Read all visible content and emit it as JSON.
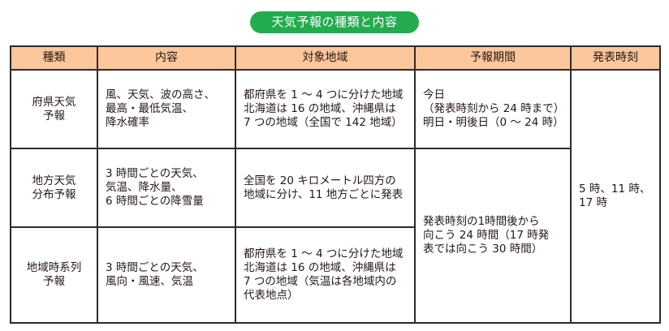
{
  "title": "天気予報の種類と内容",
  "colors": {
    "title_bg": "#22ac4f",
    "header_bg": "#fdc79b",
    "border": "#2d2a2a"
  },
  "table": {
    "headers": [
      "種類",
      "内容",
      "対象地域",
      "予報期間",
      "発表時刻"
    ],
    "rows": [
      {
        "type": [
          "府県天気",
          "予報"
        ],
        "content": [
          "風、天気、波の高さ、",
          "最高・最低気温、",
          "降水確率"
        ],
        "area": [
          "都府県を 1 ～ 4 つに分けた地域",
          "北海道は 16 の地域、沖縄県は",
          "7 つの地域（全国で 142 地域）"
        ],
        "period": [
          "今日",
          "（発表時刻から 24 時まで）",
          "明日・明後日（0 ～ 24 時）"
        ]
      },
      {
        "type": [
          "地方天気",
          "分布予報"
        ],
        "content": [
          "3 時間ごとの天気、",
          "気温、降水量、",
          "6 時間ごとの降雪量"
        ],
        "area": [
          "全国を 20 キロメートル四方の",
          "地域に分け、11 地方ごとに発表"
        ]
      },
      {
        "type": [
          "地域時系列",
          "予報"
        ],
        "content": [
          "3 時間ごとの天気、",
          "風向・風速、気温"
        ],
        "area": [
          "都府県を 1 ～ 4 つに分けた地域",
          "北海道は 16 の地域、沖縄県は",
          "7 つの地域（気温は各地域内の",
          "代表地点）"
        ]
      }
    ],
    "merged_period_rows_2_3": [
      "発表時刻の1時間後から",
      "向こう 24 時間（17 時発",
      "表では向こう 30 時間）"
    ],
    "merged_release_time_all_rows": [
      "5 時、11 時、",
      "17 時"
    ]
  }
}
